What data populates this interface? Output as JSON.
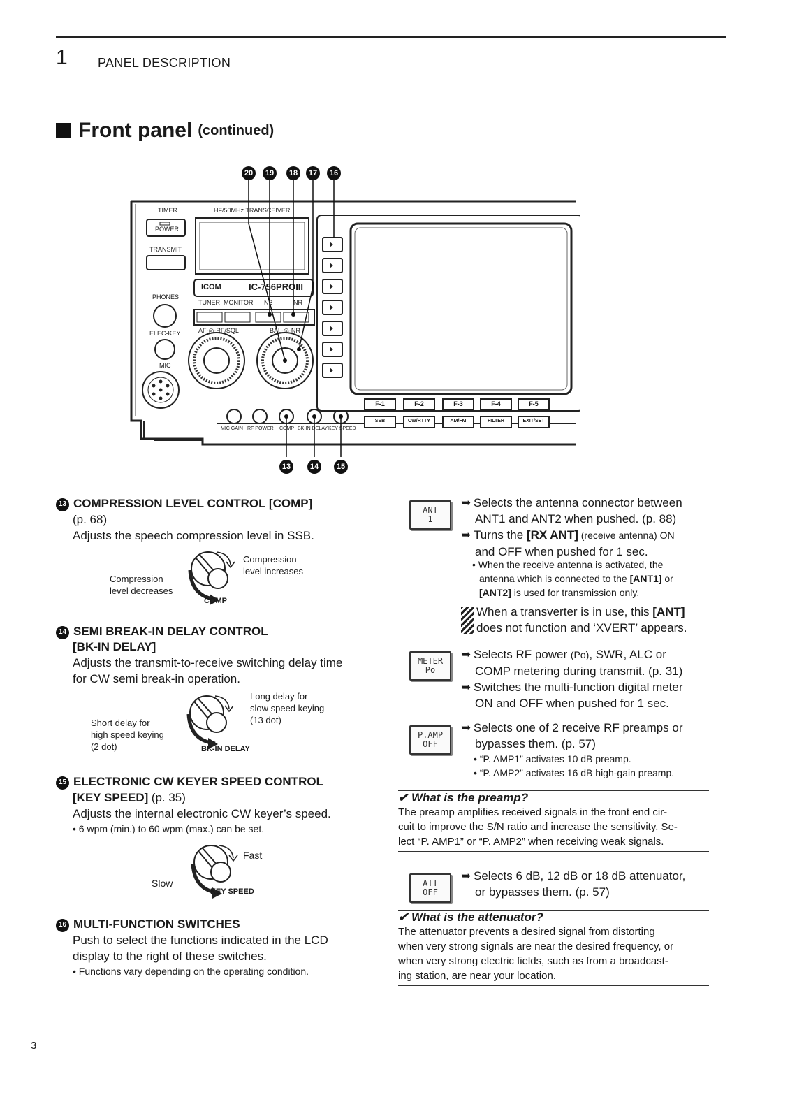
{
  "header": {
    "chapter_number": "1",
    "chapter_title": "PANEL DESCRIPTION"
  },
  "section": {
    "title": "Front panel",
    "subtitle": "(continued)"
  },
  "figure": {
    "top_callouts": [
      "20",
      "19",
      "18",
      "17",
      "16"
    ],
    "bottom_callouts": [
      "13",
      "14",
      "15"
    ],
    "labels": {
      "timer": "TIMER",
      "power": "POWER",
      "transmit": "TRANSMIT",
      "model_band": "HF/50MHz TRANSCEIVER",
      "brand": "ICOM",
      "model": "IC-756PROIII",
      "phones": "PHONES",
      "elec_key": "ELEC-KEY",
      "mic": "MIC",
      "tuner": "TUNER",
      "monitor": "MONITOR",
      "nb": "NB",
      "nr": "NR",
      "af_rfsql": "AF-◎-RF/SQL",
      "bal_nr": "BAL-◎-NR",
      "mic_gain": "MIC GAIN",
      "rf_power": "RF POWER",
      "comp": "COMP",
      "bkin_delay": "BK-IN DELAY",
      "key_speed": "KEY SPEED",
      "f_keys": [
        "F-1",
        "F-2",
        "F-3",
        "F-4",
        "F-5"
      ],
      "mode_keys": [
        "SSB",
        "CW/RTTY",
        "AM/FM",
        "FILTER",
        "EXIT/SET"
      ]
    }
  },
  "left_items": {
    "i13": {
      "num": "13",
      "title": "COMPRESSION LEVEL CONTROL [COMP]",
      "ref": "(p. 68)",
      "desc": "Adjusts the speech compression level in SSB.",
      "knob": {
        "name": "COMP",
        "left_l1": "Compression",
        "left_l2": "level decreases",
        "right_l1": "Compression",
        "right_l2": "level increases"
      }
    },
    "i14": {
      "num": "14",
      "title_l1": "SEMI BREAK-IN DELAY CONTROL",
      "title_l2": "[BK-IN DELAY]",
      "desc_l1": "Adjusts the transmit-to-receive switching delay time",
      "desc_l2": "for CW semi break-in operation.",
      "knob": {
        "name": "BK-IN DELAY",
        "left_l1": "Short delay for",
        "left_l2": "high speed keying",
        "left_l3": "(2 dot)",
        "right_l1": "Long delay for",
        "right_l2": "slow speed keying",
        "right_l3": "(13 dot)"
      }
    },
    "i15": {
      "num": "15",
      "title_l1": "ELECTRONIC CW KEYER SPEED CONTROL",
      "title_l2": "[KEY SPEED]",
      "ref": "(p. 35)",
      "desc": "Adjusts the internal electronic CW keyer’s speed.",
      "bullet": "• 6 wpm (min.) to 60 wpm (max.) can be set.",
      "knob": {
        "name": "KEY SPEED",
        "left": "Slow",
        "right": "Fast"
      }
    },
    "i16": {
      "num": "16",
      "title": "MULTI-FUNCTION SWITCHES",
      "desc_l1": "Push to select the functions indicated in the LCD",
      "desc_l2": "display to the right of these switches.",
      "bullet": "• Functions vary depending on the operating condition."
    }
  },
  "right_items": {
    "ant": {
      "key_l1": "ANT",
      "key_l2": "1",
      "p1_l1": "Selects the antenna connector between",
      "p1_l2": "ANT1 and ANT2 when pushed. (p. 88)",
      "p2_a": "Turns the ",
      "p2_b": "[RX ANT]",
      "p2_c": " (receive antenna) ON",
      "p2_l2": "and OFF when pushed for 1 sec.",
      "b_l1": "• When the receive antenna is activated, the",
      "b_l2_a": "antenna which is connected to the ",
      "b_l2_b": "[ANT1]",
      "b_l2_c": " or",
      "b_l3_a": "[ANT2]",
      "b_l3_b": " is used for transmission only.",
      "note_l1_a": "When a transverter is in use, this ",
      "note_l1_b": "[ANT]",
      "note_l2": "does not function and ‘XVERT’ appears."
    },
    "meter": {
      "key_l1": "METER",
      "key_l2": "Po",
      "p1_l1_a": "Selects RF power ",
      "p1_l1_b": "(Po)",
      "p1_l1_c": ", SWR, ALC or",
      "p1_l2": "COMP metering during transmit. (p. 31)",
      "p2_l1": "Switches the multi-function digital meter",
      "p2_l2": "ON and OFF when pushed for 1 sec."
    },
    "pamp": {
      "key_l1": "P.AMP",
      "key_l2": "OFF",
      "p1_l1": "Selects one of 2 receive RF preamps or",
      "p1_l2": "bypasses them. (p. 57)",
      "b1": "• “P. AMP1” activates 10 dB preamp.",
      "b2": "• “P. AMP2” activates 16 dB high-gain preamp."
    },
    "note_preamp": {
      "title": "✔ What is the preamp?",
      "l1": "The preamp amplifies received signals in the front end cir-",
      "l2": "cuit to improve the S/N ratio and increase the sensitivity. Se-",
      "l3": "lect “P. AMP1” or “P. AMP2” when receiving weak signals."
    },
    "att": {
      "key_l1": "ATT",
      "key_l2": "OFF",
      "p1_l1": "Selects 6 dB, 12 dB or 18 dB attenuator,",
      "p1_l2": "or bypasses them. (p. 57)"
    },
    "note_att": {
      "title": "✔ What is the attenuator?",
      "l1": "The attenuator prevents a desired signal from distorting",
      "l2": "when very strong signals are near the desired frequency, or",
      "l3": "when very strong electric fields, such as from a broadcast-",
      "l4": "ing station, are near your location."
    }
  },
  "footer": {
    "page_number": "3"
  }
}
